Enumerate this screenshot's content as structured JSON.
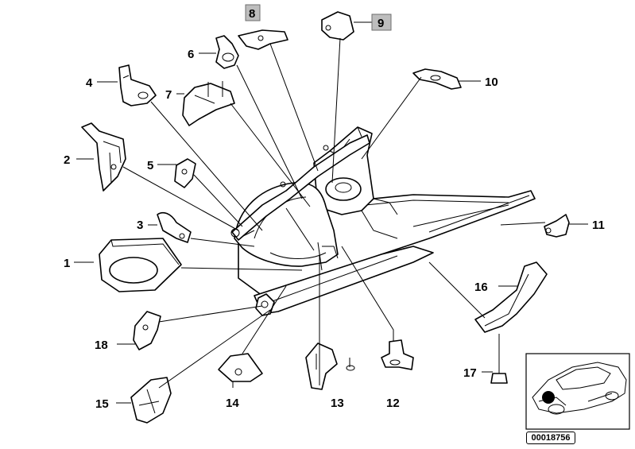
{
  "diagram": {
    "callouts": [
      {
        "id": "1",
        "label": "1"
      },
      {
        "id": "2",
        "label": "2"
      },
      {
        "id": "3",
        "label": "3"
      },
      {
        "id": "4",
        "label": "4"
      },
      {
        "id": "5",
        "label": "5"
      },
      {
        "id": "6",
        "label": "6"
      },
      {
        "id": "7",
        "label": "7"
      },
      {
        "id": "8",
        "label": "8",
        "highlighted": true
      },
      {
        "id": "9",
        "label": "9",
        "highlighted": true
      },
      {
        "id": "10",
        "label": "10"
      },
      {
        "id": "11",
        "label": "11"
      },
      {
        "id": "12",
        "label": "12"
      },
      {
        "id": "13",
        "label": "13"
      },
      {
        "id": "14",
        "label": "14"
      },
      {
        "id": "15",
        "label": "15"
      },
      {
        "id": "16",
        "label": "16"
      },
      {
        "id": "17",
        "label": "17"
      },
      {
        "id": "18",
        "label": "18"
      }
    ],
    "reference_number": "00018756",
    "highlight_color": "#bdbdbd"
  }
}
